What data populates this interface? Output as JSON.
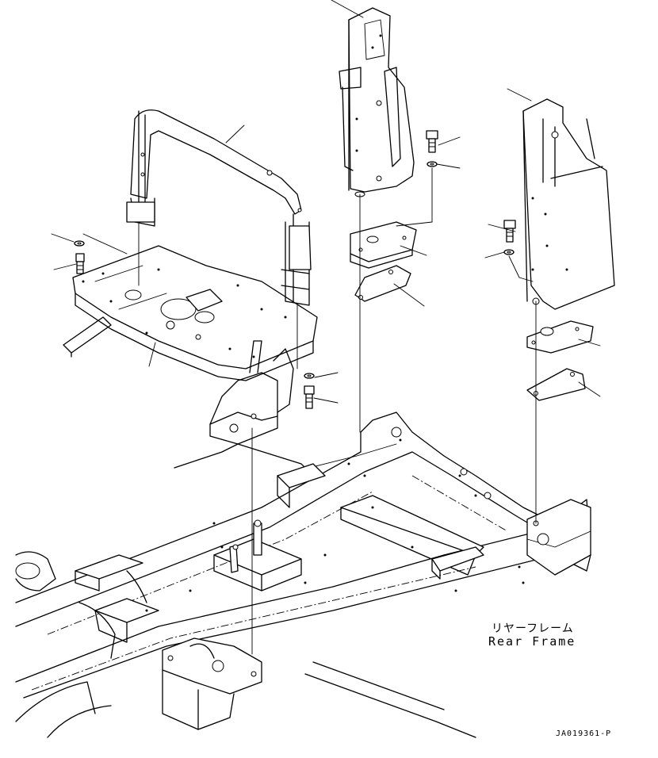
{
  "labels": {
    "rear_frame_jp": "リヤーフレーム",
    "rear_frame_en": "Rear Frame",
    "drawing_code": "JA019361-P"
  },
  "colors": {
    "line": "#000000",
    "background": "#ffffff"
  }
}
